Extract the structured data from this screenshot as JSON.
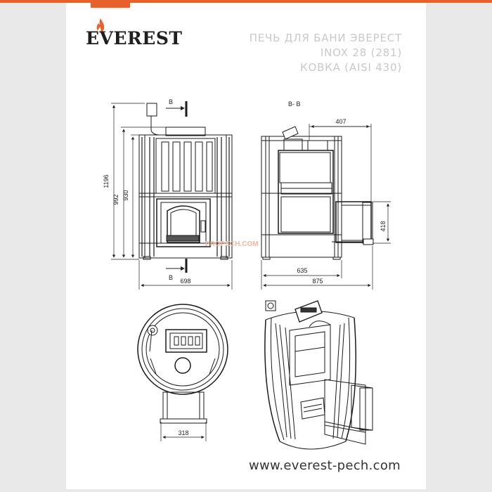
{
  "brand": {
    "name": "EVEREST",
    "accent_color": "#e8602a"
  },
  "title_lines": [
    "ПЕЧЬ ДЛЯ БАНИ ЭВЕРЕСТ",
    "INOX 28 (281)",
    "КОВКА (AISI 430)"
  ],
  "section_label": "B- B",
  "cut_letter_top": "B",
  "cut_letter_bottom": "B",
  "dimensions": {
    "height_total": "1196",
    "height_body": "992",
    "height_frame": "930",
    "width_front": "698",
    "depth_top": "407",
    "tunnel_height": "418",
    "depth_body": "635",
    "depth_total": "875",
    "tunnel_width": "318"
  },
  "watermark": "PROPECH.COM",
  "footer_url": "www.everest-pech.com"
}
